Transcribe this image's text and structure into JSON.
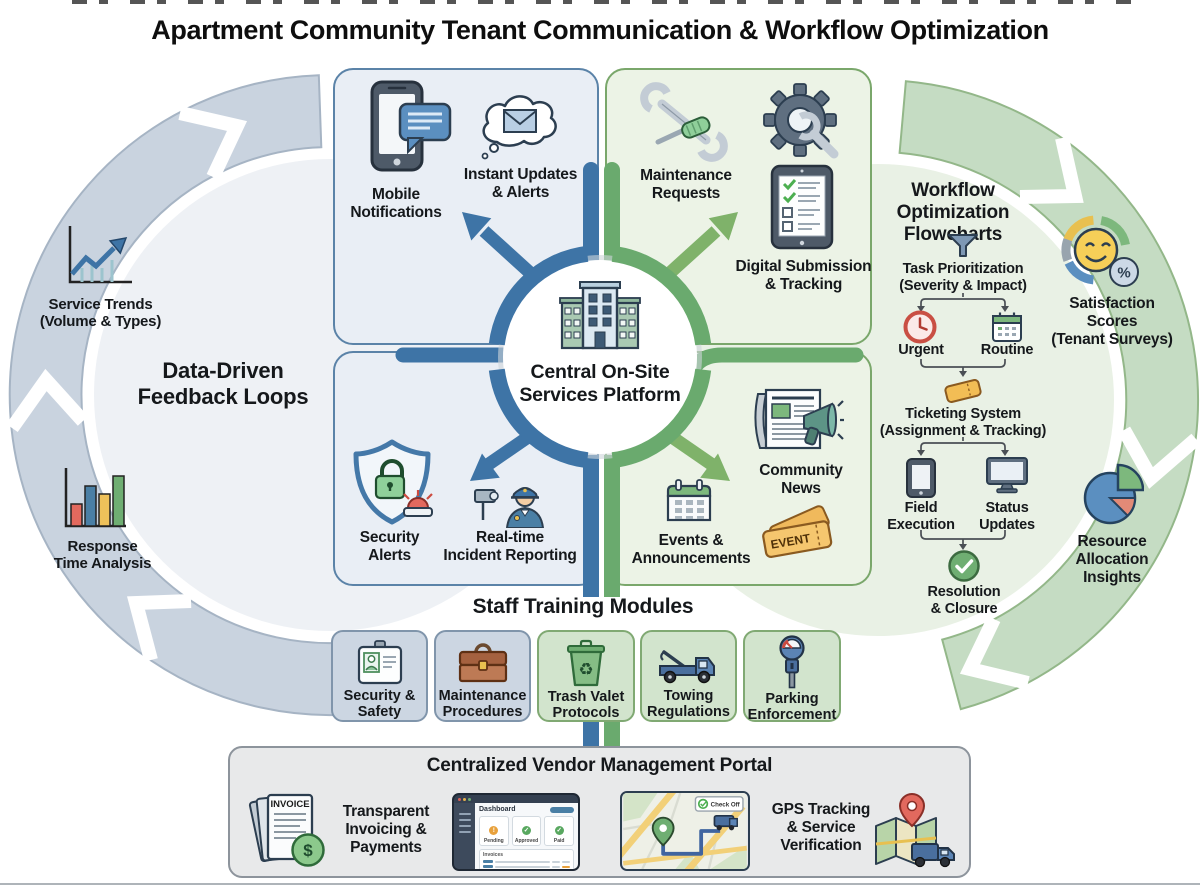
{
  "title": "Apartment Community Tenant Communication & Workflow Optimization",
  "hub": {
    "label_lines": [
      "Central On-Site",
      "Services Platform"
    ]
  },
  "left_loop": {
    "center_label_lines": [
      "Data-Driven",
      "Feedback Loops"
    ],
    "service_trends_lines": [
      "Service Trends",
      "(Volume & Types)"
    ],
    "response_time_lines": [
      "Response",
      "Time Analysis"
    ]
  },
  "quadrants": {
    "mobile_notifications_lines": [
      "Mobile",
      "Notifications"
    ],
    "instant_updates_lines": [
      "Instant Updates",
      "& Alerts"
    ],
    "maintenance_requests_lines": [
      "Maintenance",
      "Requests"
    ],
    "digital_submission_lines": [
      "Digital Submission",
      "& Tracking"
    ],
    "security_alerts_lines": [
      "Security",
      "Alerts"
    ],
    "incident_reporting_lines": [
      "Real-time",
      "Incident Reporting"
    ],
    "community_news_lines": [
      "Community",
      "News"
    ],
    "events_announcements_lines": [
      "Events &",
      "Announcements"
    ],
    "event_ticket_text": "EVENT"
  },
  "workflow": {
    "heading_lines": [
      "Workflow",
      "Optimization",
      "Flowcharts"
    ],
    "task_prioritization_lines": [
      "Task Prioritization",
      "(Severity & Impact)"
    ],
    "urgent_label": "Urgent",
    "routine_label": "Routine",
    "ticketing_lines": [
      "Ticketing System",
      "(Assignment & Tracking)"
    ],
    "field_execution_lines": [
      "Field",
      "Execution"
    ],
    "status_updates_lines": [
      "Status",
      "Updates"
    ],
    "resolution_lines": [
      "Resolution",
      "& Closure"
    ]
  },
  "right_loop": {
    "satisfaction_lines": [
      "Satisfaction",
      "Scores",
      "(Tenant Surveys)"
    ],
    "resource_lines": [
      "Resource",
      "Allocation",
      "Insights"
    ]
  },
  "staff_training": {
    "heading": "Staff Training Modules",
    "modules": [
      {
        "label_lines": [
          "Security &",
          "Safety"
        ]
      },
      {
        "label_lines": [
          "Maintenance",
          "Procedures"
        ]
      },
      {
        "label_lines": [
          "Trash Valet",
          "Protocols"
        ]
      },
      {
        "label_lines": [
          "Towing",
          "Regulations"
        ]
      },
      {
        "label_lines": [
          "Parking",
          "Enforcement"
        ]
      }
    ]
  },
  "vendor_portal": {
    "heading": "Centralized Vendor Management Portal",
    "invoicing_lines": [
      "Transparent",
      "Invoicing &",
      "Payments"
    ],
    "gps_lines": [
      "GPS Tracking",
      "& Service",
      "Verification"
    ],
    "invoice_doc_text": "INVOICE",
    "dashboard": {
      "title": "Dashboard",
      "cards": [
        {
          "label": "Pending",
          "icon": "!",
          "color": "#e8a13c"
        },
        {
          "label": "Approved",
          "icon": "✓",
          "color": "#59a860"
        },
        {
          "label": "Paid",
          "icon": "✓",
          "color": "#59a860"
        }
      ],
      "section_title": "Invoices"
    },
    "map_tag": "Check Off"
  },
  "colors": {
    "accent_blue": "#3e74a6",
    "accent_green": "#6aaa6e",
    "band_gray": "#c9d3df",
    "band_green": "#c5dcc3"
  }
}
